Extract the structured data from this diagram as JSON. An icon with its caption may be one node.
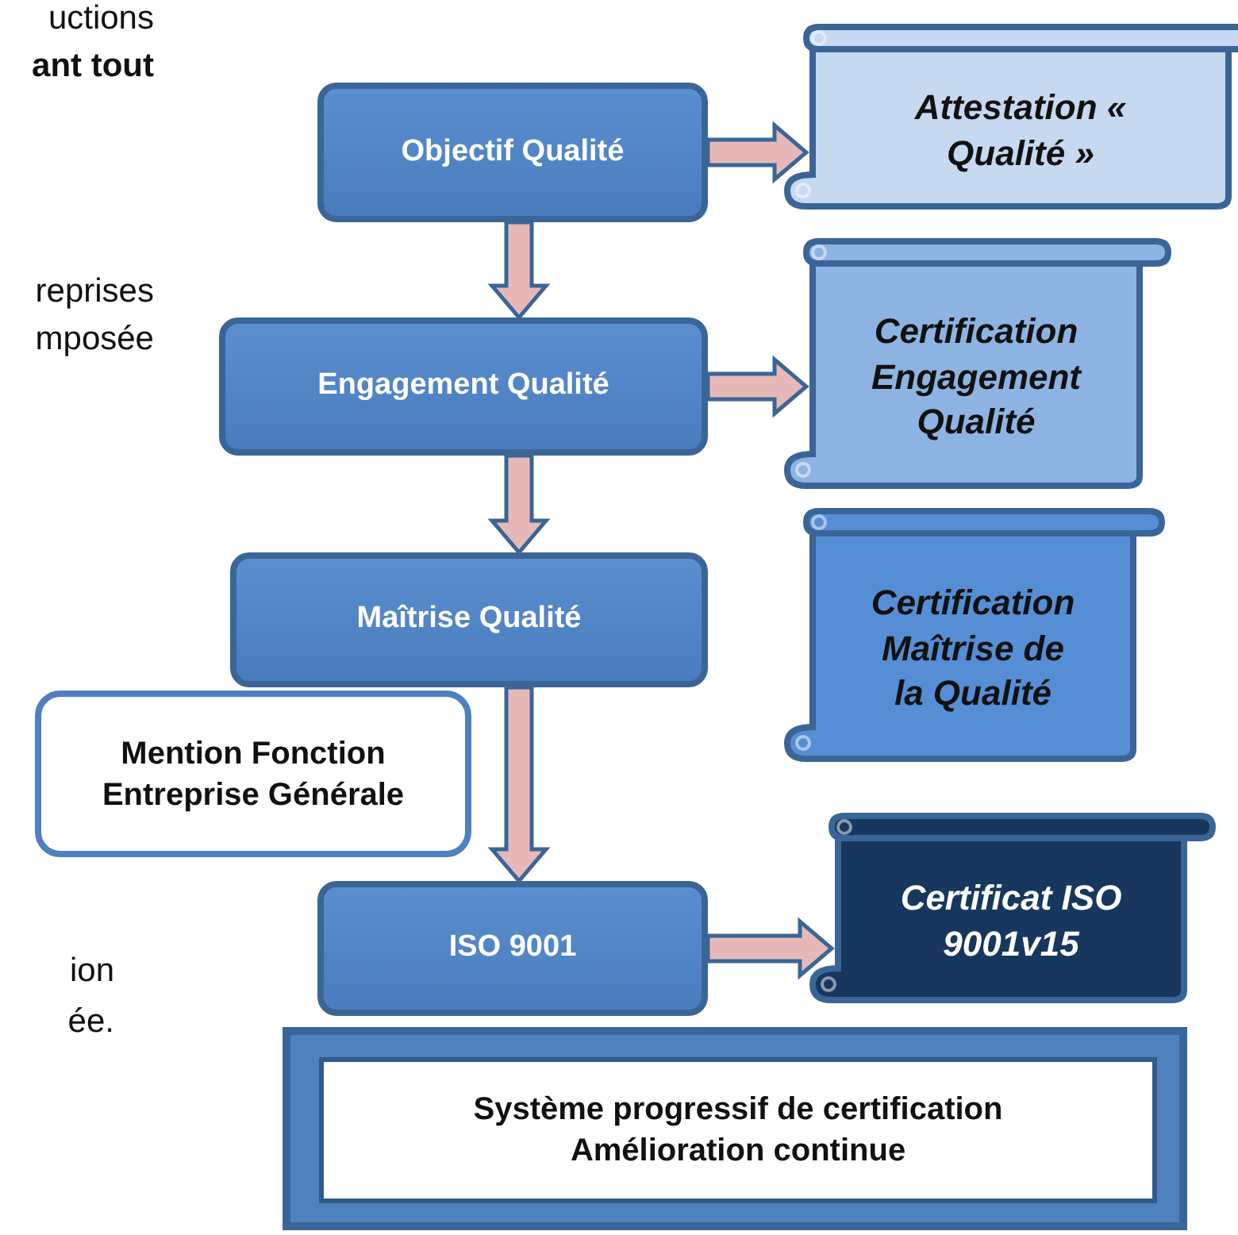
{
  "diagram": {
    "nodes": [
      {
        "text": [
          "Objectif Qualité"
        ]
      },
      {
        "text": [
          "Attestation « Qualité »"
        ]
      },
      {
        "text": [
          "Engagement Qualité"
        ]
      },
      {
        "text": [
          "Certification Engagement Qualité"
        ]
      },
      {
        "text": [
          "Maîtrise Qualité"
        ]
      },
      {
        "text": [
          "Certification Maîtrise de la Qualité"
        ]
      },
      {
        "text": [
          "Mention Fonction Entreprise Générale"
        ]
      },
      {
        "text": [
          "ISO 9001"
        ]
      },
      {
        "text": [
          "Certificat ISO 9001v15"
        ]
      },
      {
        "text": [],
        "shape": "box"
      },
      {
        "text": [
          "Système progressif de certification Amélioration continue"
        ],
        "in": 9
      }
    ],
    "edges": [
      {
        "from": 0,
        "to": 1,
        "arrow": "to"
      },
      {
        "from": 0,
        "to": 2,
        "arrow": "to"
      },
      {
        "from": 2,
        "to": 3,
        "arrow": "to"
      },
      {
        "from": 2,
        "to": 4,
        "arrow": "to"
      },
      {
        "from": 4,
        "to": 7,
        "arrow": "to"
      },
      {
        "from": 7,
        "to": 8,
        "arrow": "to"
      }
    ],
    "labels": [
      "uctions",
      "ant tout",
      "reprises",
      "mposée",
      "ion",
      "ée."
    ]
  }
}
